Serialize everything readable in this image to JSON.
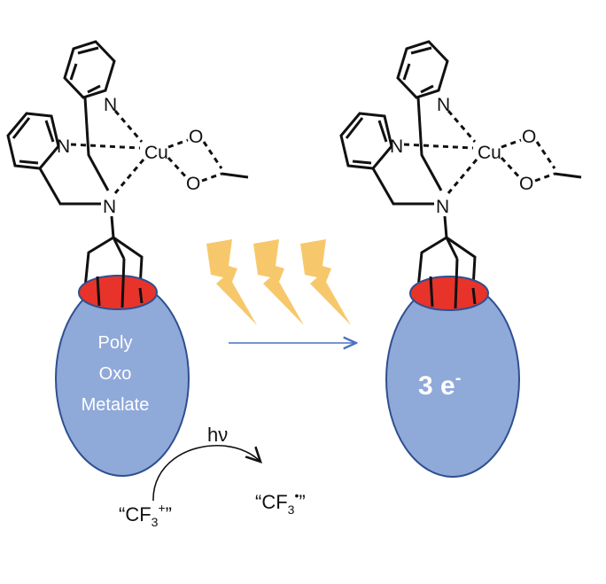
{
  "atoms": {
    "n": "N",
    "cu": "Cu",
    "o": "O"
  },
  "pom": {
    "line1": "Poly",
    "line2": "Oxo",
    "line3": "Metalate"
  },
  "product": {
    "electrons": "3 e",
    "charge": "-"
  },
  "photo": {
    "label": "hν"
  },
  "reagent": {
    "open_quote": "“CF",
    "subscript": "3",
    "charge": "+",
    "close_quote": "”"
  },
  "radical": {
    "open_quote": "“CF",
    "subscript": "3",
    "charge": "•",
    "close_quote": "”"
  },
  "colors": {
    "pom_fill": "#8fa9d9",
    "pom_stroke": "#2f4f8f",
    "cap_fill": "#e8332a",
    "bolt_fill": "#f7c86b",
    "arrow": "#4a72c4"
  }
}
